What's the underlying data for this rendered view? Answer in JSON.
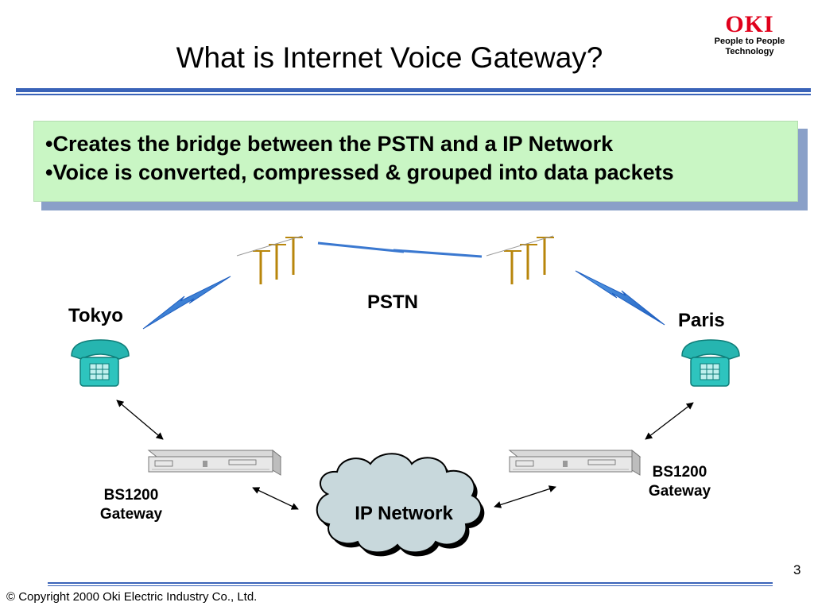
{
  "slide": {
    "title": "What is Internet Voice Gateway?",
    "page_number": "3",
    "copyright": "© Copyright 2000 Oki Electric Industry Co., Ltd."
  },
  "logo": {
    "brand": "OKI",
    "tagline_line1": "People to People",
    "tagline_line2": "Technology"
  },
  "callout": {
    "bullets": [
      "•Creates the bridge between the PSTN and a IP Network",
      "•Voice is converted, compressed & grouped into data packets"
    ]
  },
  "diagram": {
    "left_city": "Tokyo",
    "right_city": "Paris",
    "pstn_label": "PSTN",
    "cloud_label": "IP Network",
    "gateway_left": {
      "model": "BS1200",
      "name": "Gateway"
    },
    "gateway_right": {
      "model": "BS1200",
      "name": "Gateway"
    }
  },
  "colors": {
    "accent_blue": "#3a63b8",
    "callout_green": "#c9f6c4",
    "logo_red": "#e0001b",
    "phone_teal": "#26b5b0",
    "pole_brown": "#b8860b",
    "cloud_gray": "#c8d8dc"
  }
}
